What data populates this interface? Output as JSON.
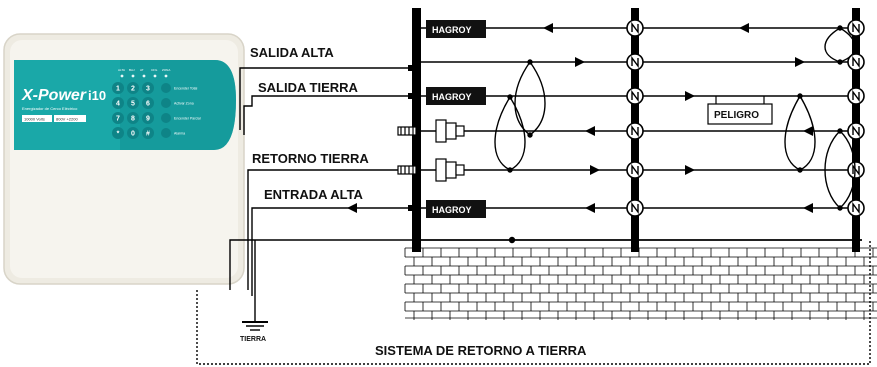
{
  "device": {
    "brand": "X-Power",
    "model": "i10",
    "subtitle": "Energizador de Cerco Eléctrico",
    "badge_left": "10000 Volts",
    "badge_right": "800V +2200",
    "indicators": [
      "ALTA",
      "BAJ",
      "AT",
      "CFG",
      "ZONA"
    ],
    "keypad": [
      "1",
      "2",
      "3",
      "4",
      "5",
      "6",
      "7",
      "8",
      "9",
      "*",
      "0",
      "#"
    ],
    "side_labels": [
      "Encender Total",
      "Activar Zona",
      "Encender Parcial",
      "Alarma"
    ]
  },
  "labels": {
    "salida_alta": "SALIDA ALTA",
    "salida_tierra": "SALIDA TIERRA",
    "retorno_tierra": "RETORNO TIERRA",
    "entrada_alta": "ENTRADA  ALTA",
    "tierra": "TIERRA",
    "sistema": "SISTEMA DE RETORNO  A TIERRA",
    "peligro": "PELIGRO"
  },
  "insulators": [
    "HAGROY",
    "HAGROY",
    "HAGROY"
  ],
  "colors": {
    "teal": "#1aa8a8",
    "teal_dark": "#0f8a8c",
    "casing": "#f2efe6",
    "line": "#000000"
  }
}
